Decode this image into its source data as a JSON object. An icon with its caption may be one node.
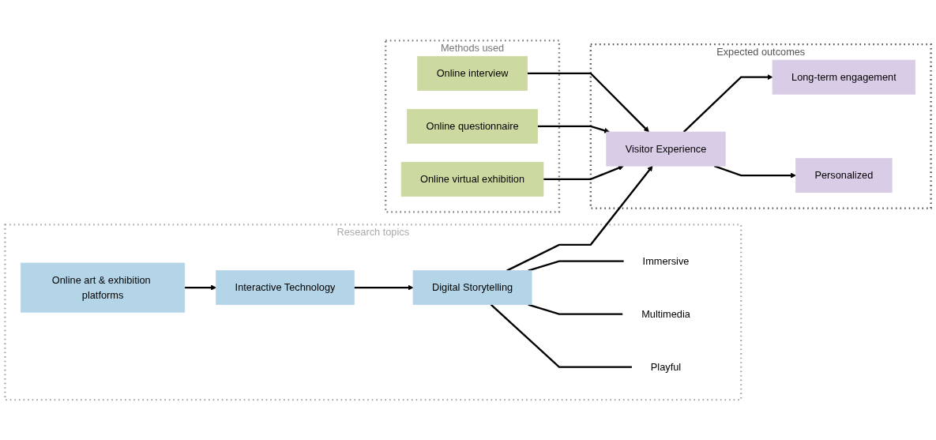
{
  "diagram": {
    "nodes": [
      {
        "text": [
          "Research topics"
        ]
      },
      {
        "text": [
          "Online art & exhibition platforms"
        ],
        "in": 0
      },
      {
        "text": [
          "Interactive Technology"
        ],
        "in": 0
      },
      {
        "text": [
          "Digital Storytelling"
        ],
        "in": 0
      },
      {
        "text": [
          "Immersive"
        ],
        "in": 0
      },
      {
        "text": [
          "Multimedia"
        ],
        "in": 0
      },
      {
        "text": [
          "Playful"
        ],
        "in": 0
      },
      {
        "text": [
          "Methods used"
        ]
      },
      {
        "text": [
          "Online interview"
        ],
        "in": 7
      },
      {
        "text": [
          "Online questionnaire"
        ],
        "in": 7
      },
      {
        "text": [
          "Online virtual exhibition"
        ],
        "in": 7
      },
      {
        "text": [
          "Expected outcomes"
        ]
      },
      {
        "text": [
          "Long-term engagement"
        ],
        "in": 11
      },
      {
        "text": [
          "Visitor Experience"
        ],
        "in": 11
      },
      {
        "text": [
          "Personalized"
        ],
        "in": 11
      }
    ],
    "edges": [
      {
        "from": 1,
        "to": 2,
        "arrow": "to"
      },
      {
        "from": 2,
        "to": 3,
        "arrow": "to"
      },
      {
        "from": 3,
        "to": 13,
        "arrow": "to"
      },
      {
        "from": 3,
        "to": 4,
        "arrow": "none"
      },
      {
        "from": 3,
        "to": 5,
        "arrow": "none"
      },
      {
        "from": 3,
        "to": 6,
        "arrow": "none"
      },
      {
        "from": 8,
        "to": 13,
        "arrow": "to"
      },
      {
        "from": 9,
        "to": 13,
        "arrow": "to"
      },
      {
        "from": 10,
        "to": 13,
        "arrow": "to"
      },
      {
        "from": 13,
        "to": 12,
        "arrow": "to"
      },
      {
        "from": 13,
        "to": 14,
        "arrow": "to"
      }
    ]
  }
}
